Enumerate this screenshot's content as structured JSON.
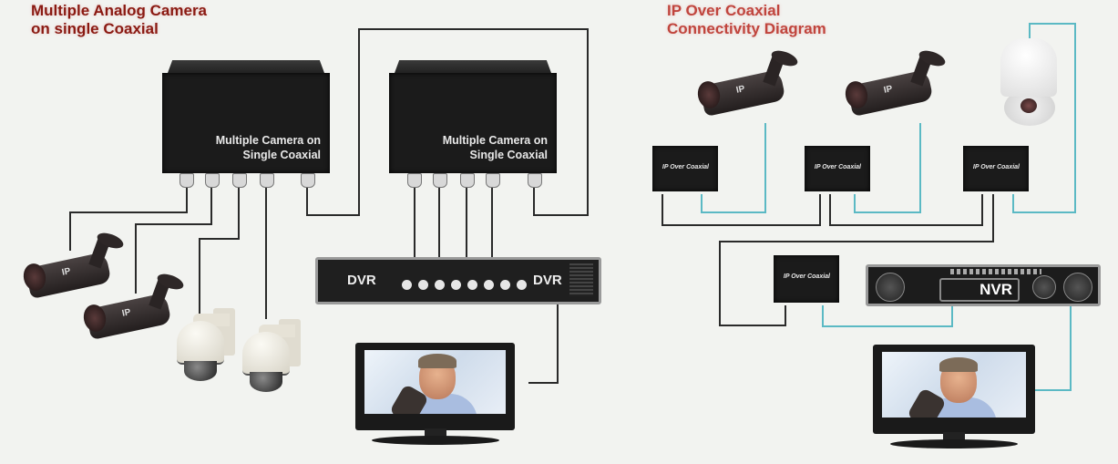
{
  "left_diagram": {
    "title_line1": "Multiple Analog Camera",
    "title_line2": "on single Coaxial",
    "mux_units": [
      {
        "label_line1": "Multiple Camera on",
        "label_line2": "Single Coaxial"
      },
      {
        "label_line1": "Multiple Camera on",
        "label_line2": "Single Coaxial"
      }
    ],
    "dvr": {
      "label_left": "DVR",
      "label_right": "DVR",
      "button_count": 8
    },
    "cameras": [
      {
        "type": "bullet",
        "badge": "IP"
      },
      {
        "type": "bullet",
        "badge": "IP"
      },
      {
        "type": "dome"
      },
      {
        "type": "dome"
      }
    ],
    "monitor": "tv-monitor"
  },
  "right_diagram": {
    "title_line1": "IP Over Coaxial",
    "title_line2": "Connectivity Diagram",
    "adapters": [
      {
        "label": "IP Over Coaxial"
      },
      {
        "label": "IP Over Coaxial"
      },
      {
        "label": "IP Over Coaxial"
      },
      {
        "label": "IP Over Coaxial"
      }
    ],
    "nvr": {
      "label": "NVR"
    },
    "cameras": [
      {
        "type": "bullet",
        "badge": "IP"
      },
      {
        "type": "bullet",
        "badge": "IP"
      },
      {
        "type": "ptz-dome"
      }
    ],
    "monitor": "tv-monitor"
  },
  "colors": {
    "coax_wire": "#2a2a2a",
    "ethernet_wire": "#5bb9c4",
    "left_title": "#8a1a12",
    "right_title": "#c0453d",
    "background": "#f2f3f0"
  }
}
